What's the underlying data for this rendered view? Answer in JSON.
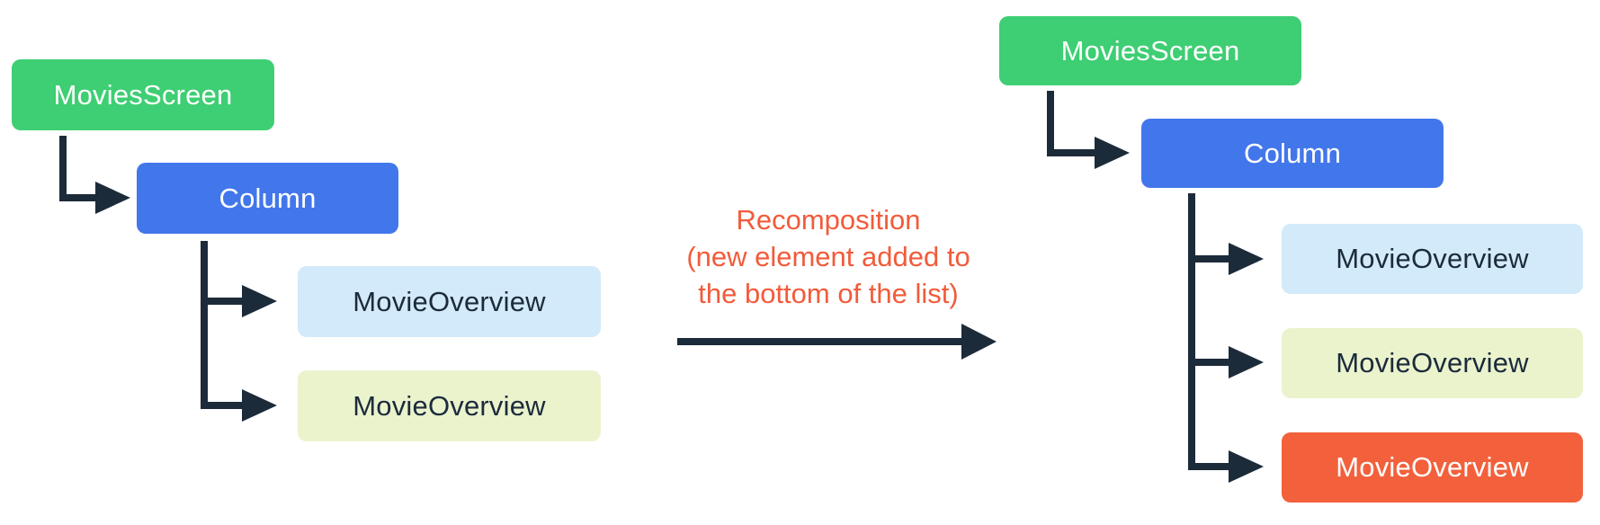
{
  "diagram": {
    "background": "#FFFFFF",
    "colors": {
      "connector": "#1C2B3A",
      "annotation_text": "#F25B3B",
      "green": "#3ECE73",
      "blue": "#4276EB",
      "light_blue": "#D3EAFA",
      "light_yellow": "#EBF3CD",
      "orange": "#F2613C",
      "white_text": "#FFFFFF",
      "dark_text": "#1B2B3C"
    },
    "left_tree": {
      "nodes": [
        {
          "label": "MoviesScreen",
          "bg": "#3ECE73",
          "text": "#FFFFFF"
        },
        {
          "label": "Column",
          "bg": "#4276EB",
          "text": "#FFFFFF"
        },
        {
          "label": "MovieOverview",
          "bg": "#D3EAFA",
          "text": "#1B2B3C"
        },
        {
          "label": "MovieOverview",
          "bg": "#EBF3CD",
          "text": "#1B2B3C"
        }
      ]
    },
    "right_tree": {
      "nodes": [
        {
          "label": "MoviesScreen",
          "bg": "#3ECE73",
          "text": "#FFFFFF"
        },
        {
          "label": "Column",
          "bg": "#4276EB",
          "text": "#FFFFFF"
        },
        {
          "label": "MovieOverview",
          "bg": "#D3EAFA",
          "text": "#1B2B3C"
        },
        {
          "label": "MovieOverview",
          "bg": "#EBF3CD",
          "text": "#1B2B3C"
        },
        {
          "label": "MovieOverview",
          "bg": "#F2613C",
          "text": "#FFFFFF"
        }
      ]
    },
    "annotation": {
      "line1": "Recomposition",
      "line2": "(new element added to",
      "line3": "the bottom of the list)"
    }
  }
}
